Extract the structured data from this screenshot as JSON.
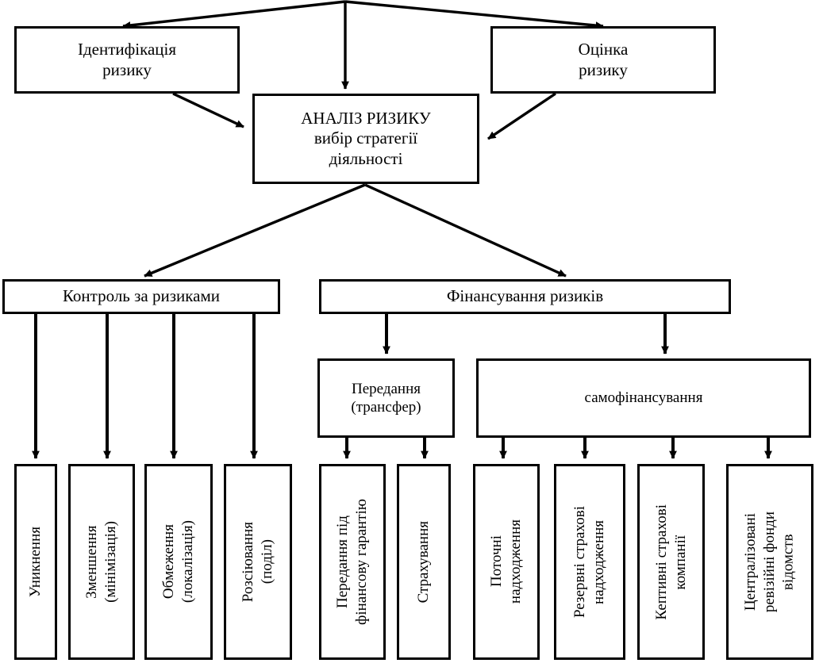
{
  "diagram": {
    "title": "Risk management structure",
    "language": "uk",
    "stroke_color": "#000000",
    "background_color": "#ffffff",
    "nodes": {
      "identification": {
        "label": "Ідентифікація\nризику"
      },
      "evaluation": {
        "label": "Оцінка\nризику"
      },
      "analysis": {
        "label": "АНАЛІЗ РИЗИКУ\nвибір стратегії\nдіяльності"
      },
      "control": {
        "label": "Контроль за ризиками"
      },
      "financing": {
        "label": "Фінансування ризиків"
      },
      "transfer": {
        "label": "Передання\n(трансфер)"
      },
      "selffinancing": {
        "label": "самофінансування"
      }
    },
    "control_leaves": [
      {
        "label": "Уникнення"
      },
      {
        "label": "Зменшення\n(мінімізація)"
      },
      {
        "label": "Обмеження\n(локалізація)"
      },
      {
        "label": "Розсіювання\n(поділ)"
      }
    ],
    "transfer_leaves": [
      {
        "label": "Передання під\nфінансову гарантію"
      },
      {
        "label": "Страхування"
      }
    ],
    "selffinancing_leaves": [
      {
        "label": "Поточні\nнадходження"
      },
      {
        "label": "Резервні страхові\nнадходження"
      },
      {
        "label": "Кептивні страхові\nкомпанії"
      },
      {
        "label": "Централізовані\nревізійні фонди\nвідомств"
      }
    ]
  }
}
